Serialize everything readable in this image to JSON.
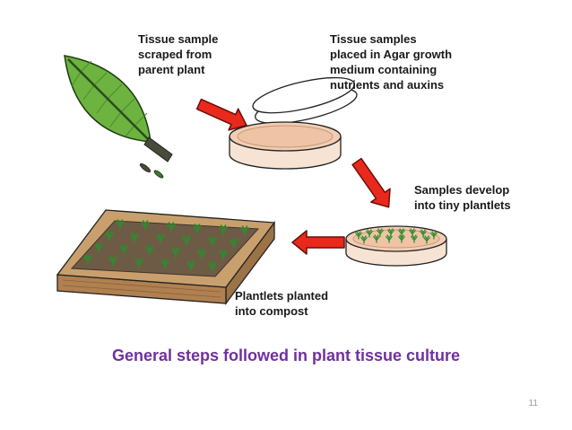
{
  "slide": {
    "title": "General steps followed in plant tissue culture",
    "title_color": "#7030a0",
    "page_number": "11"
  },
  "diagram": {
    "labels": {
      "step1": "Tissue sample\nscraped from\nparent plant",
      "step2": "Tissue samples\nplaced in Agar growth\nmedium containing\nnutrients and auxins",
      "step3": "Samples develop\ninto tiny plantlets",
      "step4": "Plantlets planted\ninto compost"
    },
    "colors": {
      "arrow": "#e8291c",
      "leaf": "#6cb33f",
      "agar": "#f2cdb4",
      "dish_side": "#f7e3d3",
      "wood": "#c9a06d",
      "soil": "#6e5b45",
      "plantlet": "#2e8b2e"
    }
  }
}
